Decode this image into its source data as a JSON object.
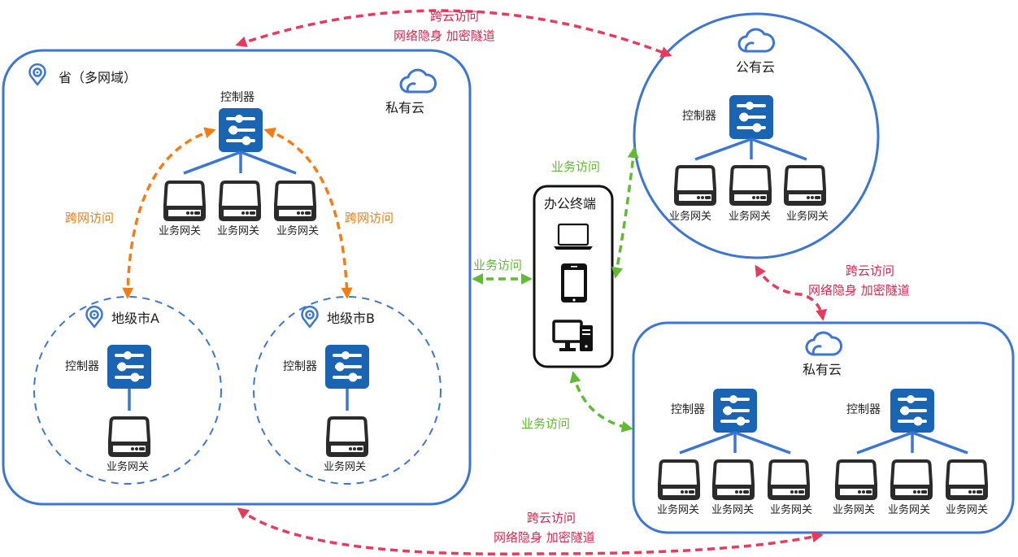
{
  "colors": {
    "container_blue": "#3a76d2",
    "controller_blue": "#1a64b4",
    "cross_cloud_red": "#e93a5c",
    "cross_network_orange": "#f57c13",
    "business_access_green": "#5fbb32",
    "device_dark": "#2b2b2b"
  },
  "province": {
    "title": "省（多网域）",
    "cloud_label": "私有云",
    "location_icon": "location-pin-icon",
    "cloud_icon": "cloud-icon",
    "controller_label": "控制器",
    "gateways": [
      "业务网关",
      "业务网关",
      "业务网关"
    ],
    "cross_network_left": "跨网访问",
    "cross_network_right": "跨网访问",
    "cities": [
      {
        "title": "地级市A",
        "controller_label": "控制器",
        "gateway": "业务网关"
      },
      {
        "title": "地级市B",
        "controller_label": "控制器",
        "gateway": "业务网关"
      }
    ]
  },
  "terminal": {
    "title": "办公终端",
    "devices": [
      "laptop-icon",
      "tablet-icon",
      "desktop-icon"
    ]
  },
  "public_cloud": {
    "title": "公有云",
    "controller_label": "控制器",
    "gateways": [
      "业务网关",
      "业务网关",
      "业务网关"
    ]
  },
  "private_cloud_2": {
    "title": "私有云",
    "clusters": [
      {
        "controller_label": "控制器",
        "gateways": [
          "业务网关",
          "业务网关",
          "业务网关"
        ]
      },
      {
        "controller_label": "控制器",
        "gateways": [
          "业务网关",
          "业务网关",
          "业务网关"
        ]
      }
    ]
  },
  "links": {
    "top_cross_cloud": {
      "line1": "跨云访问",
      "line2": "网络隐身   加密隧道"
    },
    "right_cross_cloud": {
      "line1": "跨云访问",
      "line2": "网络隐身   加密隧道"
    },
    "bottom_cross_cloud": {
      "line1": "跨云访问",
      "line2": "网络隐身  加密隧道"
    },
    "business_access_left": "业务访问",
    "business_access_top": "业务访问",
    "business_access_bottom": "业务访问"
  }
}
